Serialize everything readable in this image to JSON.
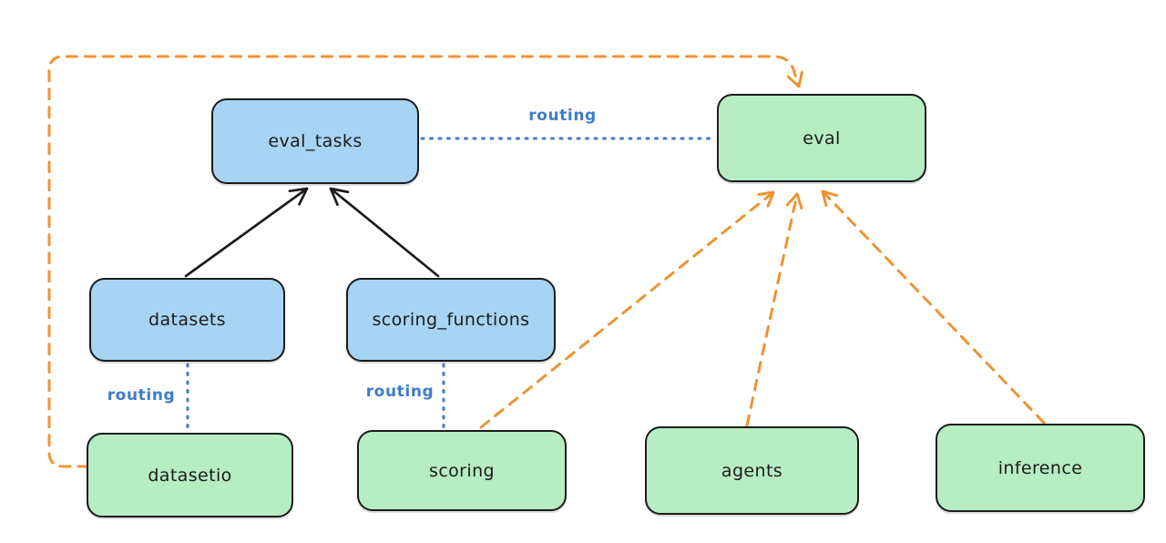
{
  "diagram": {
    "colors": {
      "node_blue_fill": "#a8d4f4",
      "node_green_fill": "#b7edc2",
      "node_stroke": "#1b1b1b",
      "routing_blue": "#3d7cc9",
      "arrow_black": "#1b1b1b",
      "arrow_orange": "#ec9434"
    },
    "nodes": [
      {
        "id": "eval_tasks",
        "label": "eval_tasks",
        "color": "blue"
      },
      {
        "id": "eval",
        "label": "eval",
        "color": "green"
      },
      {
        "id": "datasets",
        "label": "datasets",
        "color": "blue"
      },
      {
        "id": "scoring_functions",
        "label": "scoring_functions",
        "color": "blue"
      },
      {
        "id": "datasetio",
        "label": "datasetio",
        "color": "green"
      },
      {
        "id": "scoring",
        "label": "scoring",
        "color": "green"
      },
      {
        "id": "agents",
        "label": "agents",
        "color": "green"
      },
      {
        "id": "inference",
        "label": "inference",
        "color": "green"
      }
    ],
    "edges": [
      {
        "from": "datasets",
        "to": "eval_tasks",
        "style": "solid-black-arrow",
        "label": ""
      },
      {
        "from": "scoring_functions",
        "to": "eval_tasks",
        "style": "solid-black-arrow",
        "label": ""
      },
      {
        "from": "eval_tasks",
        "to": "eval",
        "style": "dotted-blue",
        "label": "routing"
      },
      {
        "from": "datasets",
        "to": "datasetio",
        "style": "dotted-blue",
        "label": "routing"
      },
      {
        "from": "scoring_functions",
        "to": "scoring",
        "style": "dotted-blue",
        "label": "routing"
      },
      {
        "from": "datasetio",
        "to": "eval",
        "style": "dashed-orange-arrow",
        "label": ""
      },
      {
        "from": "scoring",
        "to": "eval",
        "style": "dashed-orange-arrow",
        "label": ""
      },
      {
        "from": "agents",
        "to": "eval",
        "style": "dashed-orange-arrow",
        "label": ""
      },
      {
        "from": "inference",
        "to": "eval",
        "style": "dashed-orange-arrow",
        "label": ""
      }
    ]
  }
}
